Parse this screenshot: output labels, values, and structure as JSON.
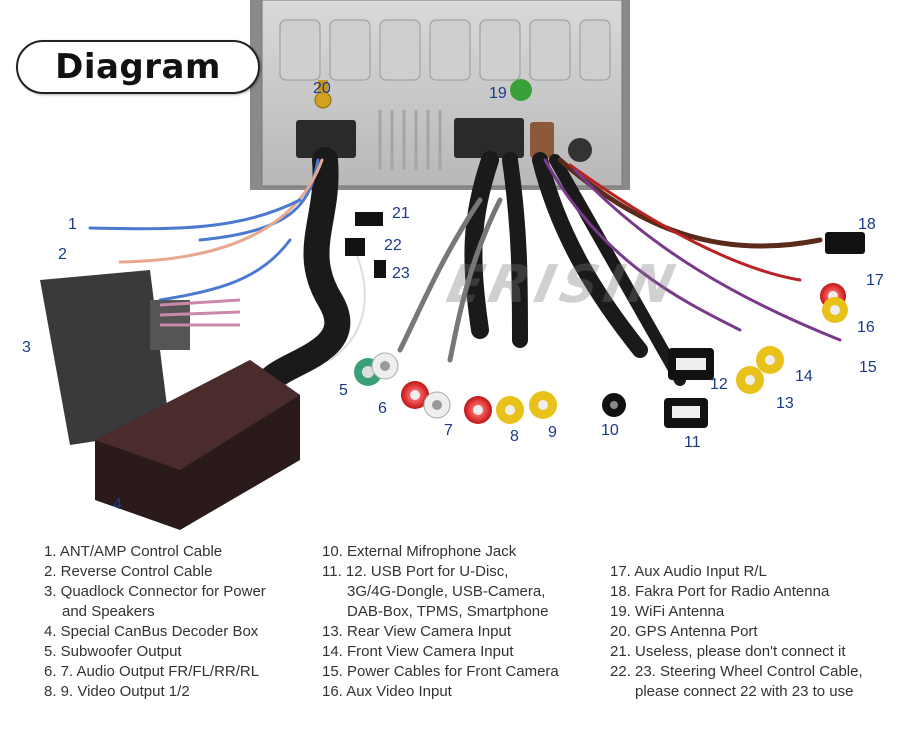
{
  "title": "Diagram",
  "watermark": "ERISIN",
  "callouts": [
    "1",
    "2",
    "3",
    "4",
    "5",
    "6",
    "7",
    "8",
    "9",
    "10",
    "11",
    "12",
    "13",
    "14",
    "15",
    "16",
    "17",
    "18",
    "19",
    "20",
    "21",
    "22",
    "23"
  ],
  "legend": {
    "col1": [
      "1.  ANT/AMP Control Cable",
      "2. Reverse Control Cable",
      "3. Quadlock Connector for Power",
      "and Speakers",
      "4. Special CanBus Decoder Box",
      "5. Subwoofer Output",
      "6. 7. Audio Output FR/FL/RR/RL",
      "8. 9. Video Output 1/2"
    ],
    "col2": [
      "10. External Mifrophone Jack",
      "11. 12. USB Port for U-Disc,",
      "3G/4G-Dongle, USB-Camera,",
      "DAB-Box, TPMS, Smartphone",
      "13. Rear View Camera Input",
      "14. Front View Camera Input",
      "15. Power Cables for Front Camera",
      "16. Aux Video Input"
    ],
    "col3": [
      "",
      "17. Aux Audio Input R/L",
      "18. Fakra Port for Radio Antenna",
      "19. WiFi Antenna",
      "20. GPS Antenna Port",
      "21. Useless, please don't connect it",
      "22. 23. Steering Wheel Control Cable,",
      "please connect 22 with 23 to use"
    ]
  }
}
